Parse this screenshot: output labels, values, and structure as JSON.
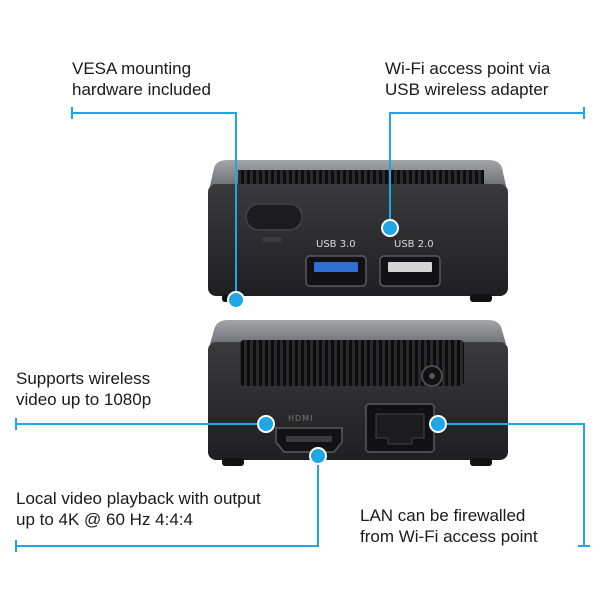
{
  "callouts": {
    "vesa": {
      "line1": "VESA mounting",
      "line2": "hardware included"
    },
    "wifi": {
      "line1": "Wi-Fi access point via",
      "line2": "USB wireless adapter"
    },
    "wireless_video": {
      "line1": "Supports wireless",
      "line2": "video up to 1080p"
    },
    "local_playback": {
      "line1": "Local video playback with output",
      "line2": "up to 4K @ 60 Hz 4:4:4"
    },
    "lan": {
      "line1": "LAN can be firewalled",
      "line2": "from Wi-Fi access point"
    }
  },
  "ports": {
    "usb3_label": "USB 3.0",
    "usb2_label": "USB 2.0",
    "hdmi_label": "HDMI"
  },
  "colors": {
    "accent": "#1ea7e6",
    "device_body": "#2b2b2d",
    "device_top": "#8a8c90",
    "usb3_blue": "#2f6fd6"
  }
}
